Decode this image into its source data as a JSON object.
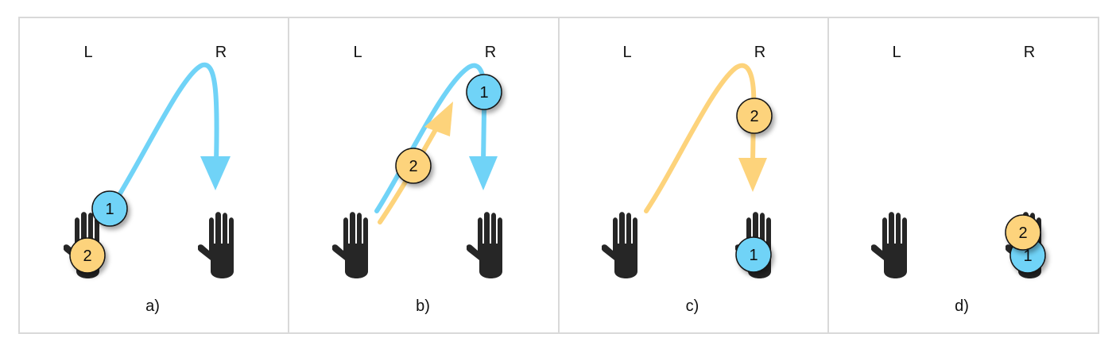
{
  "colors": {
    "blue": "#70d3f7",
    "yellow": "#fdd37b",
    "hand": "#262626",
    "border": "#d9d9d9",
    "ball_outline": "#141414"
  },
  "panels": [
    {
      "caption": "a)",
      "left_label": "L",
      "right_label": "R",
      "balls": [
        {
          "number": "1",
          "color": "blue",
          "location": "leaving left hand"
        },
        {
          "number": "2",
          "color": "yellow",
          "location": "held in left hand"
        }
      ]
    },
    {
      "caption": "b)",
      "left_label": "L",
      "right_label": "R",
      "balls": [
        {
          "number": "1",
          "color": "blue",
          "location": "peak, descending to right hand"
        },
        {
          "number": "2",
          "color": "yellow",
          "location": "rising from left hand"
        }
      ]
    },
    {
      "caption": "c)",
      "left_label": "L",
      "right_label": "R",
      "balls": [
        {
          "number": "1",
          "color": "blue",
          "location": "caught in right hand"
        },
        {
          "number": "2",
          "color": "yellow",
          "location": "descending to right hand"
        }
      ]
    },
    {
      "caption": "d)",
      "left_label": "L",
      "right_label": "R",
      "balls": [
        {
          "number": "1",
          "color": "blue",
          "location": "in right hand"
        },
        {
          "number": "2",
          "color": "yellow",
          "location": "in right hand, on top"
        }
      ]
    }
  ],
  "icons": [
    "hand-icon",
    "arrow-path"
  ]
}
